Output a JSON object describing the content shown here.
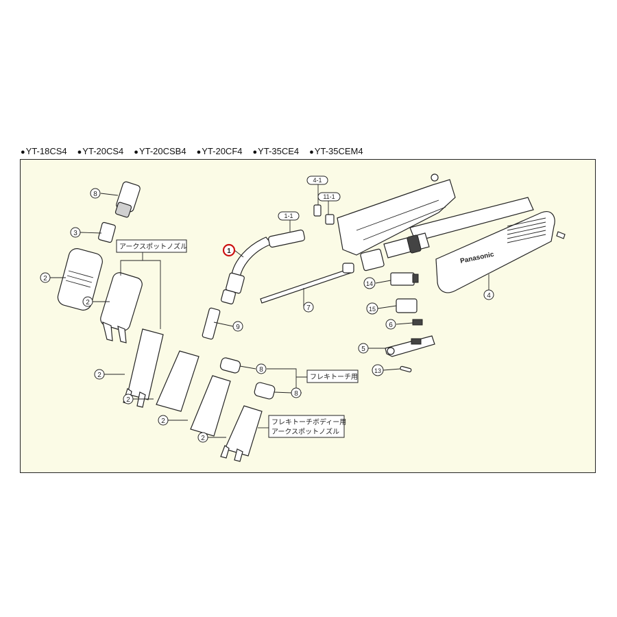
{
  "models": [
    "YT-18CS4",
    "YT-20CS4",
    "YT-20CSB4",
    "YT-20CF4",
    "YT-35CE4",
    "YT-35CEM4"
  ],
  "labels": {
    "arc_spot_nozzle": "アークスポットノズル",
    "flexi_torch": "フレキトーチ用",
    "flexi_body_line1": "フレキトーチボディー用",
    "flexi_body_line2": "アークスポットノズル",
    "brand": "Panasonic"
  },
  "callouts": {
    "c1": "1",
    "t1_1": "1-1",
    "c2": "2",
    "c3": "3",
    "t4_1": "4-1",
    "c4": "4",
    "c5": "5",
    "c6": "6",
    "c7": "7",
    "c8": "8",
    "c9": "9",
    "t11_1": "11-1",
    "c13": "13",
    "c14": "14",
    "c15": "15"
  },
  "colors": {
    "panel_bg": "#fbfbe6",
    "highlight": "#cc1111"
  }
}
